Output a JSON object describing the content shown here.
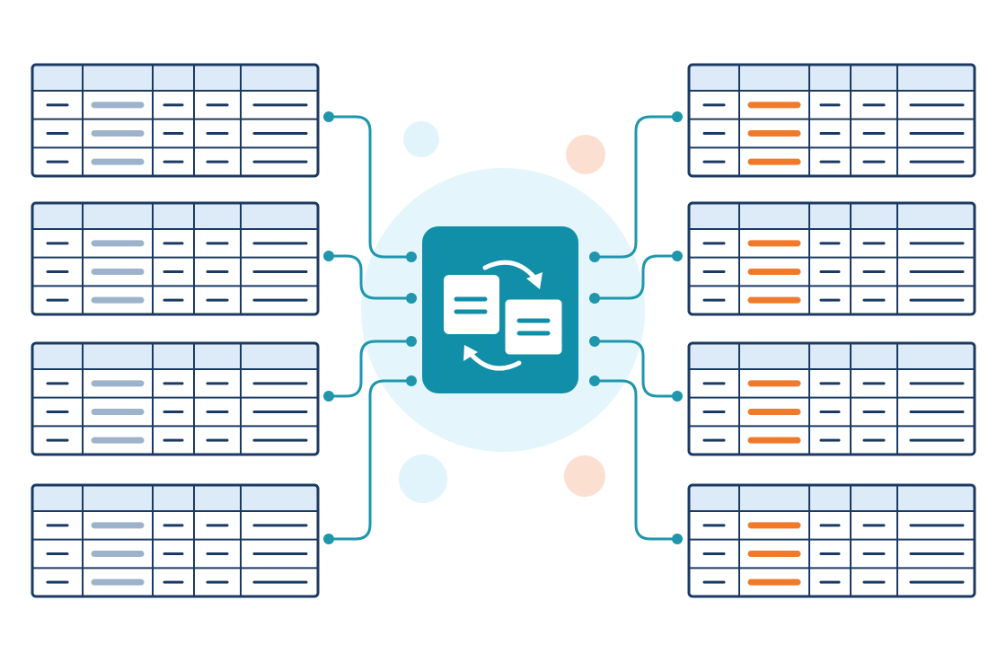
{
  "diagram": {
    "colors": {
      "table_border": "#1b3a63",
      "header_fill": "#dcebf7",
      "row_fill": "#ffffff",
      "dash": "#1b3a63",
      "source_highlight": "#9db3cc",
      "target_highlight": "#f07a2a",
      "connector": "#1f96ac",
      "hub_fill": "#128fa8",
      "hub_glow": "#e4f5fb",
      "icon_white": "#ffffff",
      "deco_blue": "#e1f3fb",
      "deco_orange": "#fbe0d2"
    },
    "hub_icon": "table-sync-icon",
    "source_tables": [
      {
        "id": "source-table-1",
        "highlight_column": 1,
        "rows": 3
      },
      {
        "id": "source-table-2",
        "highlight_column": 1,
        "rows": 3
      },
      {
        "id": "source-table-3",
        "highlight_column": 1,
        "rows": 3
      },
      {
        "id": "source-table-4",
        "highlight_column": 1,
        "rows": 3
      }
    ],
    "target_tables": [
      {
        "id": "target-table-1",
        "highlight_column": 1,
        "rows": 3
      },
      {
        "id": "target-table-2",
        "highlight_column": 1,
        "rows": 3
      },
      {
        "id": "target-table-3",
        "highlight_column": 1,
        "rows": 3
      },
      {
        "id": "target-table-4",
        "highlight_column": 1,
        "rows": 3
      }
    ]
  }
}
